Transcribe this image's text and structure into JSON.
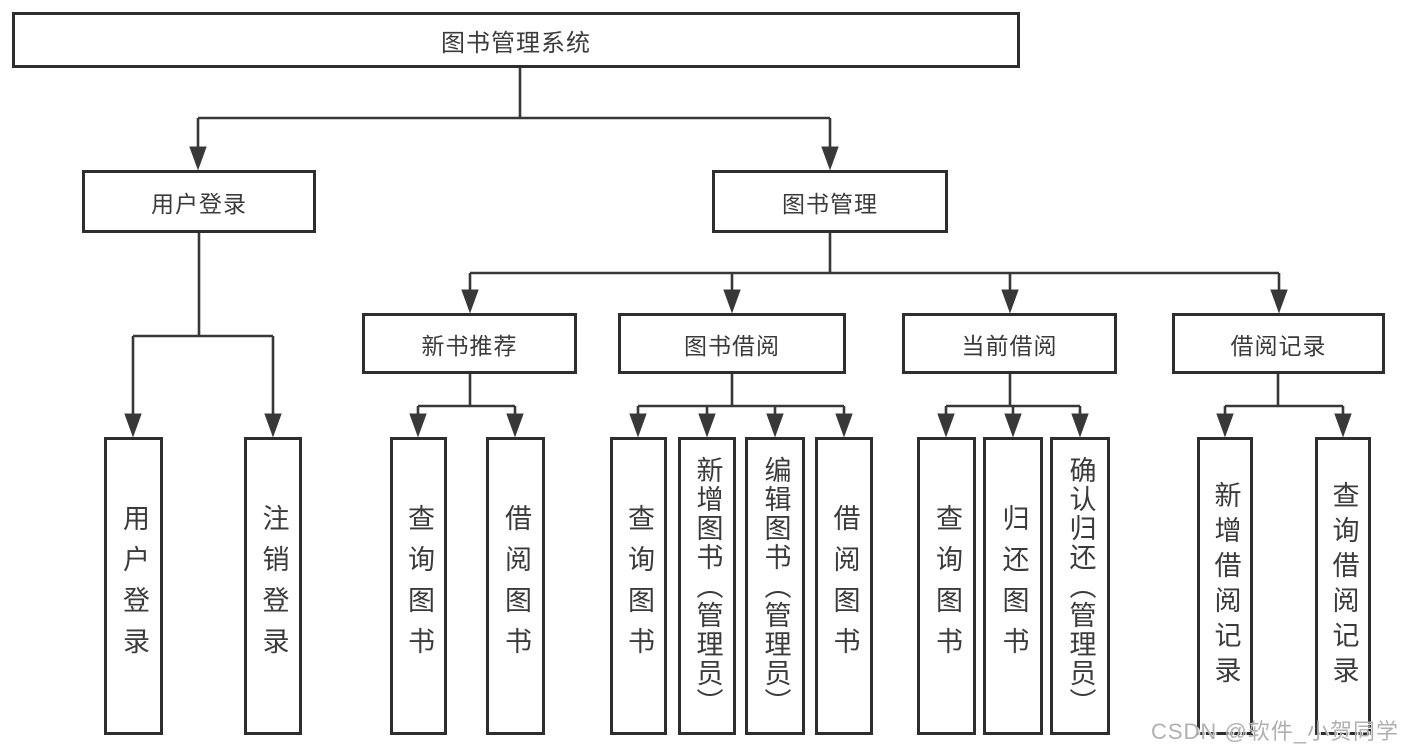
{
  "diagram": {
    "type": "tree",
    "title": "图书管理系统",
    "hierarchy_note": "root → [用户登录, 图书管理]; 用户登录 → [用户登录, 注销登录]; 图书管理 → [新书推荐, 图书借阅, 当前借阅, 借阅记录]; 新书推荐 → [查询图书, 借阅图书]; 图书借阅 → [查询图书, 新增图书（管理员）, 编辑图书（管理员）, 借阅图书]; 当前借阅 → [查询图书, 归还图书, 确认归还（管理员）]; 借阅记录 → [新增借阅记录, 查询借阅记录]"
  },
  "nodes": {
    "root": "图书管理系统",
    "user_login": "用户登录",
    "book_management": "图书管理",
    "new_book_recommend": "新书推荐",
    "book_borrow": "图书借阅",
    "current_borrow": "当前借阅",
    "borrow_record": "借阅记录",
    "leaf_user_login": "用户登录",
    "leaf_logout": "注销登录",
    "nb_query_book": "查询图书",
    "nb_borrow_book": "借阅图书",
    "bb_query_book": "查询图书",
    "bb_add_book": "新增图书（管理员）",
    "bb_edit_book": "编辑图书（管理员）",
    "bb_borrow_book": "借阅图书",
    "cb_query_book": "查询图书",
    "cb_return_book": "归还图书",
    "cb_confirm_return": "确认归还（管理员）",
    "br_add_record": "新增借阅记录",
    "br_query_record": "查询借阅记录"
  },
  "watermark": {
    "text": "CSDN @软件_小贺同学"
  },
  "colors": {
    "background": "#ffffff",
    "line": "#383838",
    "box_border": "#2e2e2e",
    "text": "#3b3b3b",
    "watermark": "#b0b0b0"
  }
}
